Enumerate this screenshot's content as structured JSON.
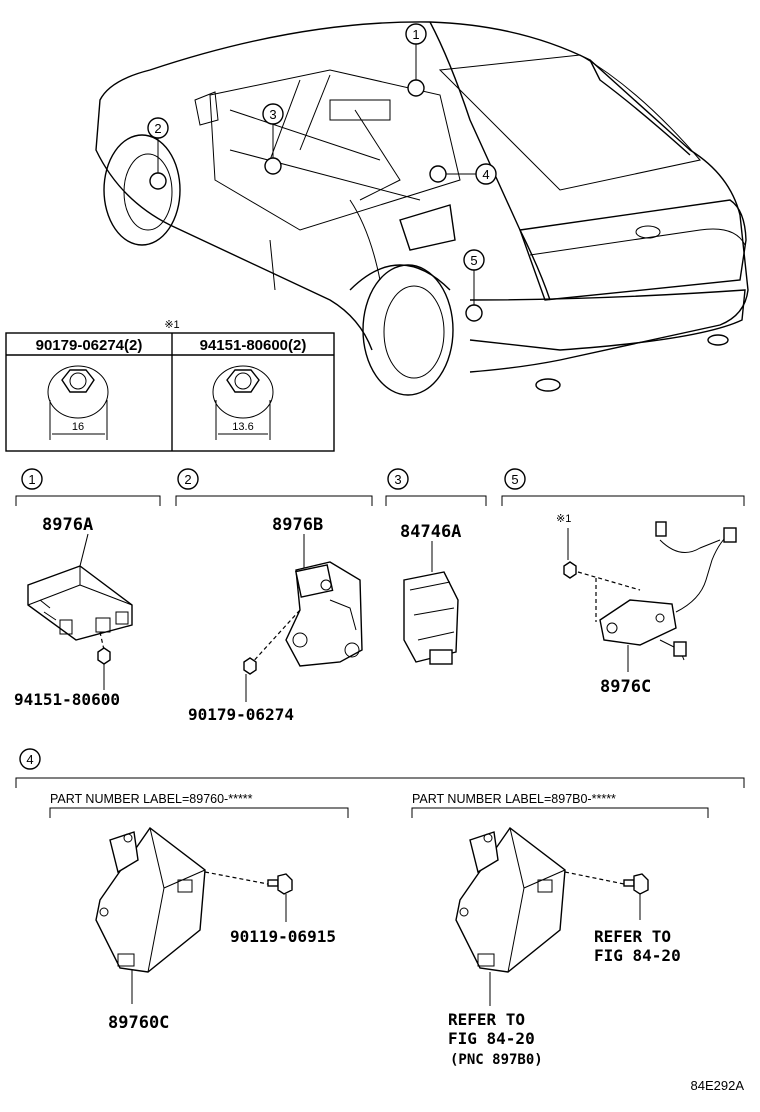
{
  "callouts": {
    "c1": "1",
    "c2": "2",
    "c3": "3",
    "c4": "4",
    "c5": "5"
  },
  "fastener_table": {
    "note_mark": "※1",
    "col1_part": "90179-06274(2)",
    "col2_part": "94151-80600(2)",
    "col1_dim": "16",
    "col2_dim": "13.6"
  },
  "section1": {
    "callout": "1",
    "part": "8976A",
    "fastener": "94151-80600"
  },
  "section2": {
    "callout": "2",
    "part": "8976B",
    "fastener": "90179-06274"
  },
  "section3": {
    "callout": "3",
    "part": "84746A"
  },
  "section5": {
    "callout": "5",
    "note_mark": "※1",
    "part": "8976C"
  },
  "section4": {
    "callout": "4",
    "left_label": "PART NUMBER LABEL=89760-*****",
    "left_part": "89760C",
    "left_fastener": "90119-06915",
    "right_label": "PART NUMBER LABEL=897B0-*****",
    "right_refer_1": "REFER TO",
    "right_refer_1b": "FIG 84-20",
    "right_refer_2": "REFER TO",
    "right_refer_2b": "FIG 84-20",
    "right_pnc": "(PNC 897B0)"
  },
  "figure_id": "84E292A"
}
